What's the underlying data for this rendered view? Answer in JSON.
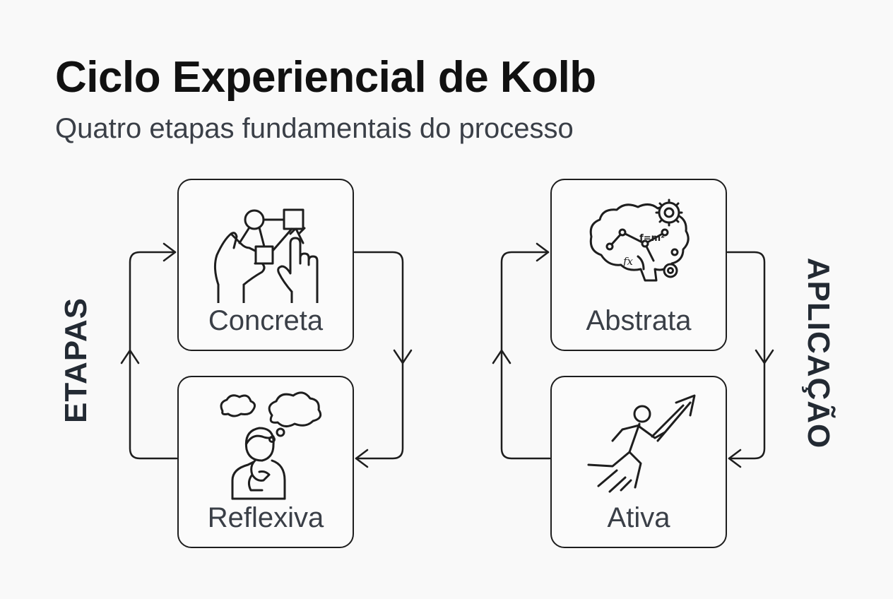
{
  "header": {
    "title": "Ciclo Experiencial de Kolb",
    "subtitle": "Quatro etapas fundamentais do processo"
  },
  "side_labels": {
    "left": "ETAPAS",
    "right": "APLICAÇÃO"
  },
  "cards": {
    "concreta": {
      "label": "Concreta",
      "icon": "hands-diagram-icon"
    },
    "reflexiva": {
      "label": "Reflexiva",
      "icon": "thinking-person-icon"
    },
    "abstrata": {
      "label": "Abstrata",
      "icon": "brain-formula-icon"
    },
    "ativa": {
      "label": "Ativa",
      "icon": "running-person-arrow-icon"
    }
  },
  "icon_text": {
    "formula": "f=m²",
    "fx": "ƒx"
  },
  "colors": {
    "background": "#f9f9f9",
    "stroke": "#1e1e1e",
    "title": "#111111",
    "subtitle": "#3a3f47"
  }
}
